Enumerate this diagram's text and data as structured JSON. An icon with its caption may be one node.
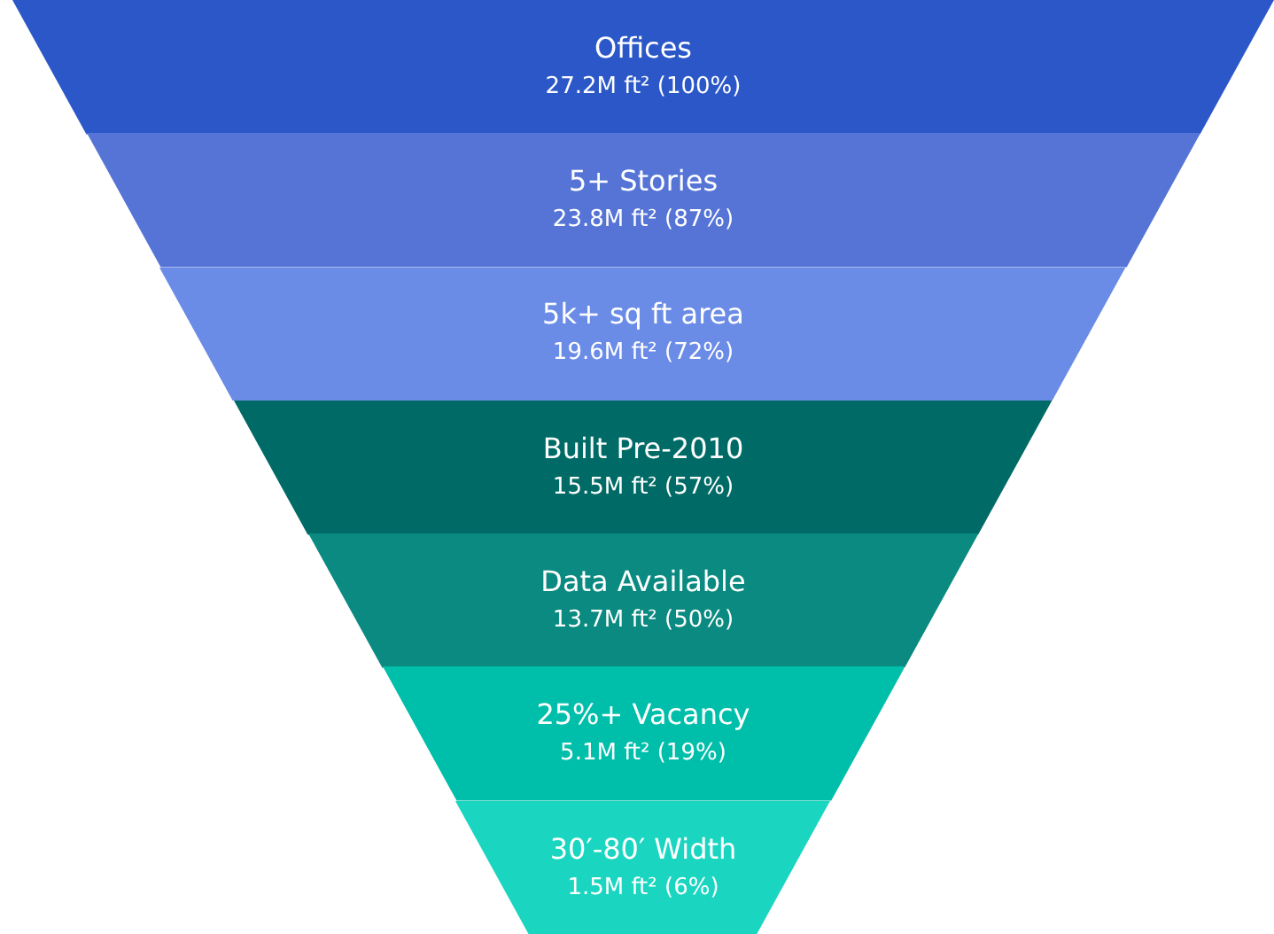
{
  "diagram": {
    "nodes": [
      {
        "text": [
          "Offices",
          "27.2M ft² (100%)"
        ]
      },
      {
        "text": [
          "5+ Stories",
          "23.8M ft² (87%)"
        ]
      },
      {
        "text": [
          "5k+ sq ft area",
          "19.6M ft² (72%)"
        ]
      },
      {
        "text": [
          "Built Pre-2010",
          "15.5M ft² (57%)"
        ]
      },
      {
        "text": [
          "Data Available",
          "13.7M ft² (50%)"
        ]
      },
      {
        "text": [
          "25%+ Vacancy",
          "5.1M ft² (19%)"
        ]
      },
      {
        "text": [
          "30′-80′ Width",
          "1.5M ft² (6%)"
        ]
      }
    ]
  }
}
